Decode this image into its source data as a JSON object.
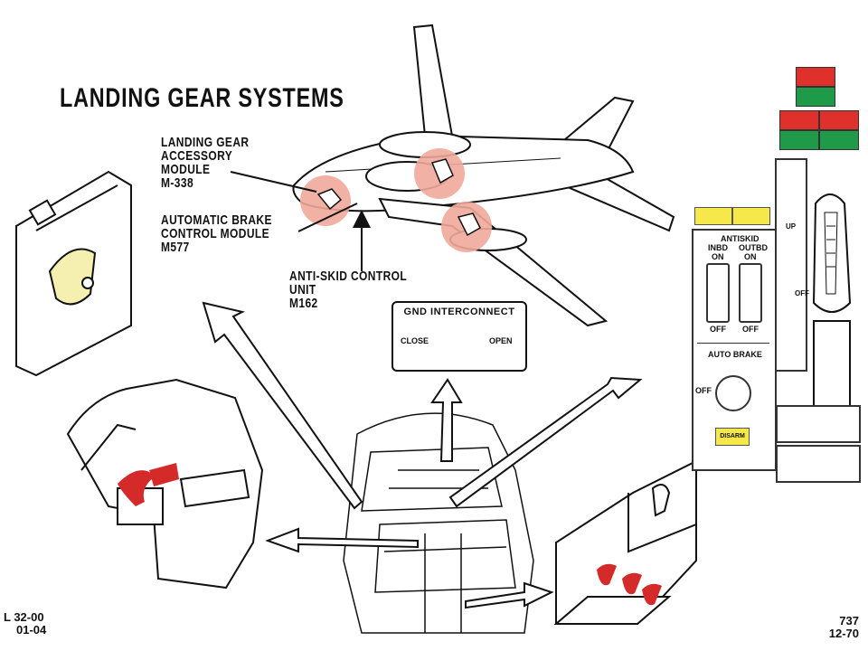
{
  "title": "LANDING GEAR SYSTEMS",
  "callouts": {
    "accessory_module": [
      "LANDING GEAR",
      "ACCESSORY",
      "MODULE",
      "M-338"
    ],
    "autobrake_module": [
      "AUTOMATIC BRAKE",
      "CONTROL MODULE",
      "M577"
    ],
    "antiskid_unit": [
      "ANTI-SKID CONTROL",
      "UNIT",
      "M162"
    ]
  },
  "gnd_interconnect": {
    "title": "GND INTERCONNECT",
    "close_label": "CLOSE",
    "open_label": "OPEN"
  },
  "antiskid_panel": {
    "antiskid_label": "ANTISKID",
    "inbd_label": "INBD",
    "outbd_label": "OUTBD",
    "on_label": "ON",
    "off_label": "OFF",
    "auto_brake_label": "AUTO BRAKE",
    "disarm_label": "DISARM"
  },
  "gear_lever": {
    "up_label": "UP",
    "off_label": "OFF"
  },
  "footer": {
    "left_line1": "L 32-00",
    "left_line2": "01-04",
    "right_line1": "737",
    "right_line2": "12-70"
  },
  "colors": {
    "highlight": "#f0a89a",
    "red_lamp": "#e0302c",
    "green_lamp": "#1e9a48",
    "amber_lamp": "#f6e84a",
    "brake_pedal": "#d42a2a"
  }
}
